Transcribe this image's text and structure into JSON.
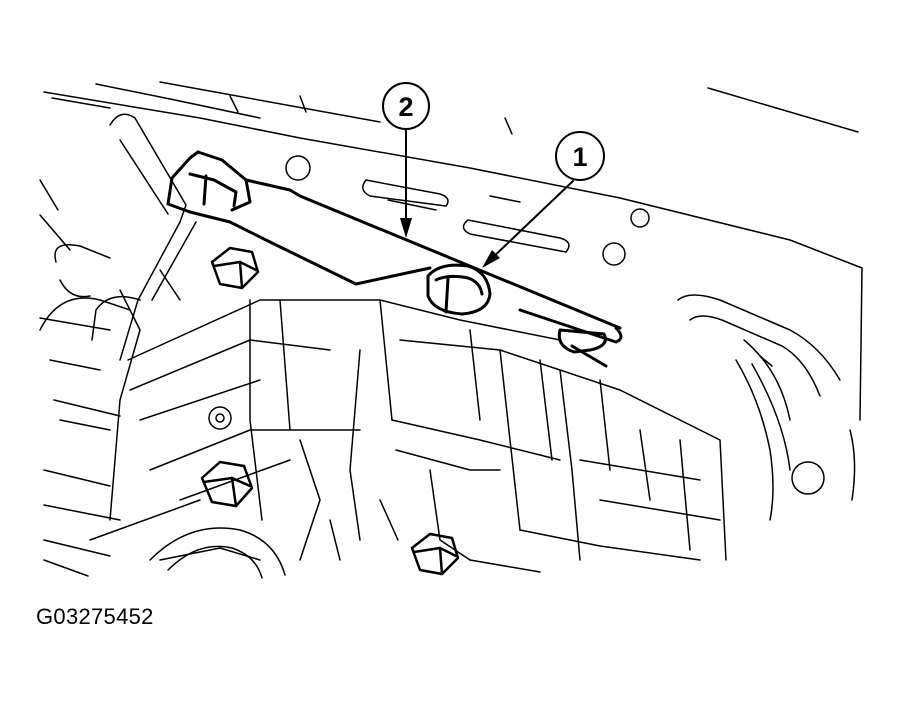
{
  "diagram": {
    "callouts": [
      {
        "label": "1",
        "target": "bracket-bolt"
      },
      {
        "label": "2",
        "target": "manual-valve-detent-spring"
      }
    ]
  },
  "figure_id": "G03275452",
  "colors": {
    "line": "#000000",
    "background": "#ffffff"
  }
}
